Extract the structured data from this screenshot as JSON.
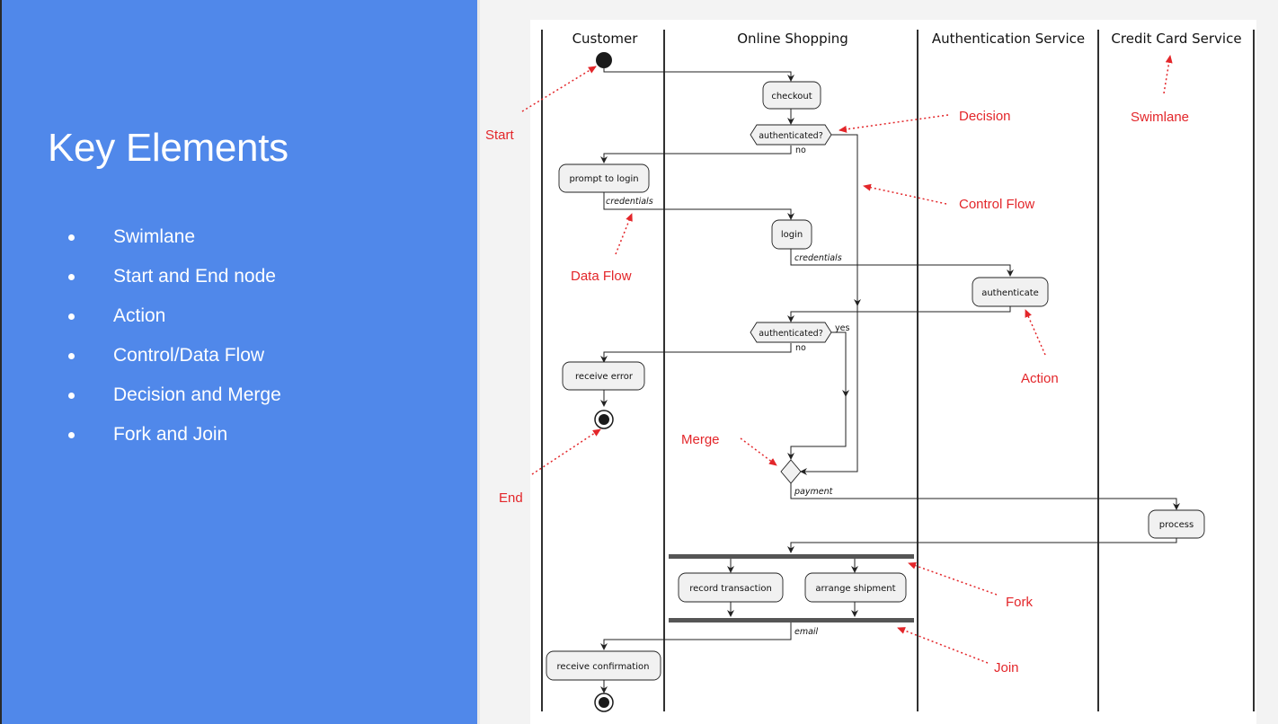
{
  "slide": {
    "title": "Key Elements",
    "bullets": [
      "Swimlane",
      "Start and End node",
      "Action",
      "Control/Data Flow",
      "Decision and Merge",
      "Fork and Join"
    ]
  },
  "diagram": {
    "lanes": [
      "Customer",
      "Online Shopping",
      "Authentication Service",
      "Credit Card Service"
    ],
    "actions": {
      "checkout": "checkout",
      "prompt_login": "prompt to login",
      "login": "login",
      "authenticate": "authenticate",
      "receive_error": "receive error",
      "process": "process",
      "record_transaction": "record transaction",
      "arrange_shipment": "arrange shipment",
      "receive_confirmation": "receive confirmation"
    },
    "decisions": {
      "first": "authenticated?",
      "second": "authenticated?"
    },
    "guards": {
      "no1": "no",
      "yes2": "yes",
      "no2": "no"
    },
    "flow_labels": {
      "credentials1": "credentials",
      "credentials2": "credentials",
      "payment": "payment",
      "email": "email"
    },
    "annotations": {
      "start": "Start",
      "decision": "Decision",
      "swimlane": "Swimlane",
      "control_flow": "Control Flow",
      "data_flow": "Data Flow",
      "action": "Action",
      "merge": "Merge",
      "end": "End",
      "fork": "Fork",
      "join": "Join"
    },
    "colors": {
      "slide_blue": "#5088ea",
      "annotation_red": "#e3262a",
      "action_fill": "#f1f1f1",
      "bar_gray": "#555555"
    }
  }
}
